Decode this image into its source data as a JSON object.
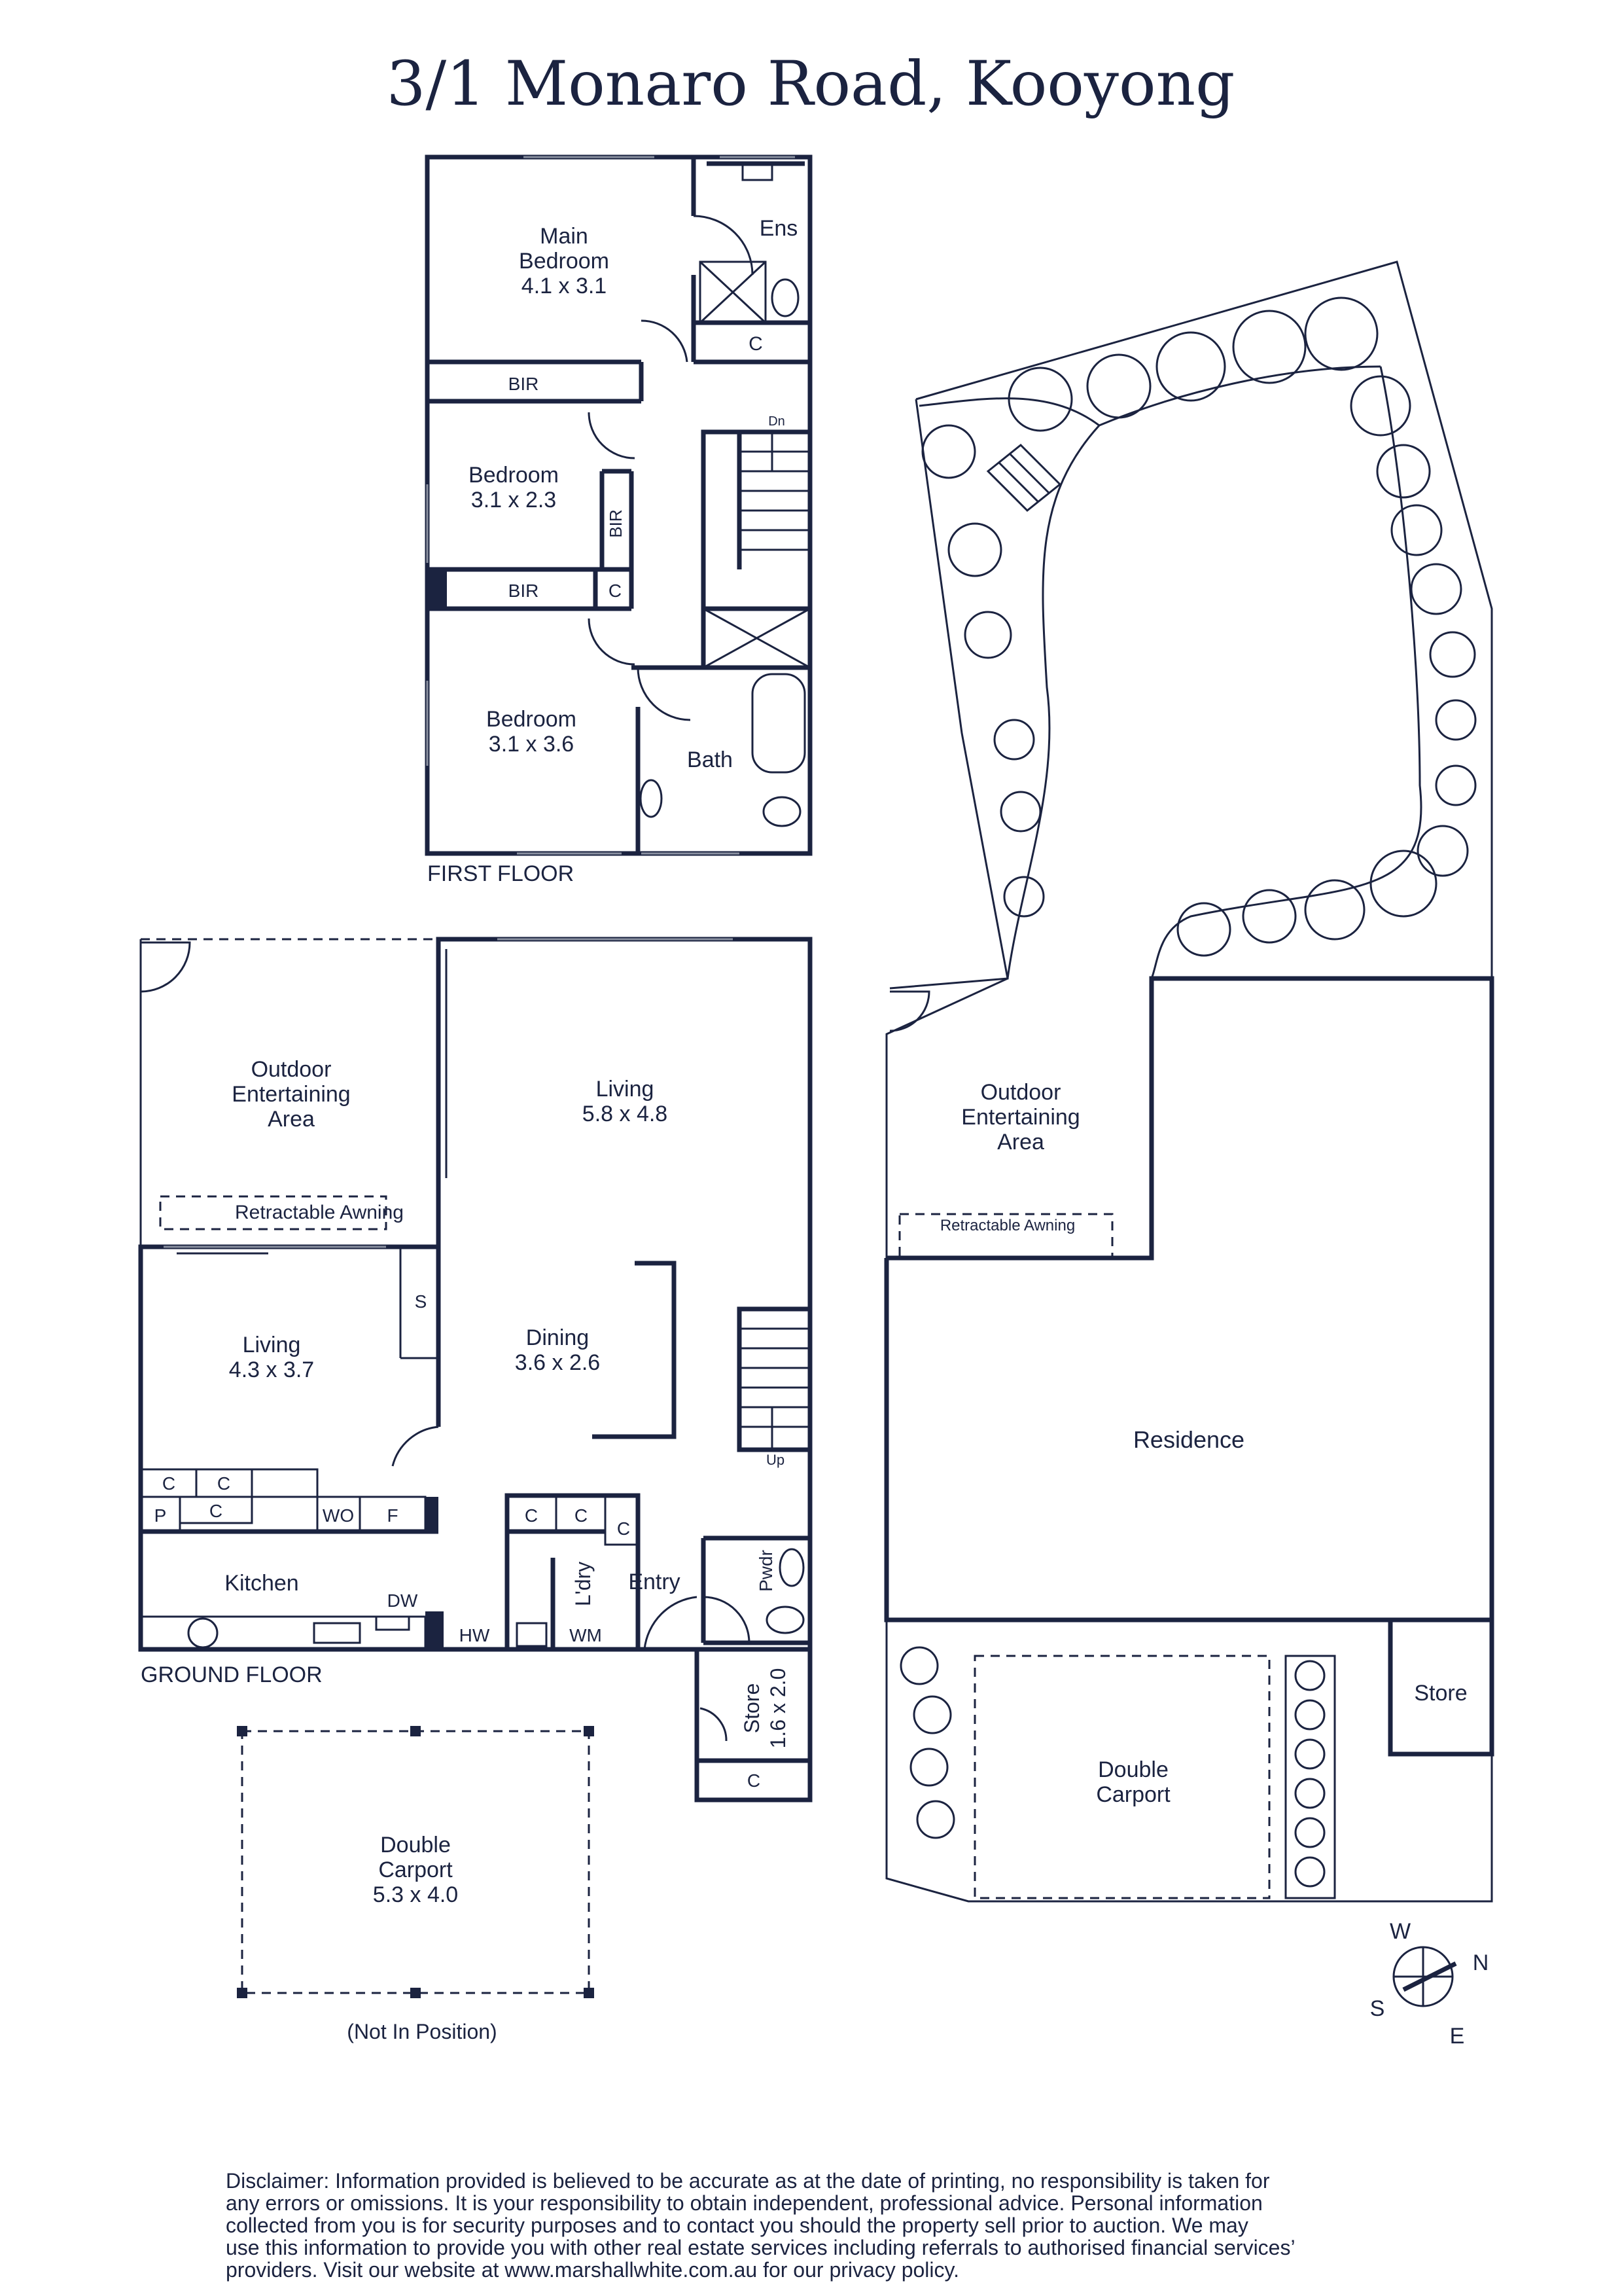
{
  "title": "3/1 Monaro Road, Kooyong",
  "floor_labels": {
    "first": "FIRST FLOOR",
    "ground": "GROUND FLOOR"
  },
  "first_floor": {
    "main_bedroom": {
      "name_1": "Main",
      "name_2": "Bedroom",
      "size": "4.1 x 3.1"
    },
    "ens": "Ens",
    "ens_c": "C",
    "bir_1": "BIR",
    "dn": "Dn",
    "bedroom_2": {
      "name": "Bedroom",
      "size": "3.1 x 2.3"
    },
    "bir_2": "BIR",
    "bir_3": "BIR",
    "c_2": "C",
    "bedroom_3": {
      "name": "Bedroom",
      "size": "3.1 x 3.6"
    },
    "bath": "Bath"
  },
  "ground_floor": {
    "outdoor": {
      "line1": "Outdoor",
      "line2": "Entertaining",
      "line3": "Area"
    },
    "awning": "Retractable Awning",
    "living_main": {
      "name": "Living",
      "size": "5.8 x 4.8"
    },
    "living_small": {
      "name": "Living",
      "size": "4.3 x 3.7"
    },
    "s": "S",
    "dining": {
      "name": "Dining",
      "size": "3.6 x 2.6"
    },
    "up": "Up",
    "kitchen": "Kitchen",
    "c_a": "C",
    "c_b": "C",
    "c_c": "C",
    "p": "P",
    "wo": "WO",
    "f": "F",
    "dw": "DW",
    "hw": "HW",
    "wm": "WM",
    "c_d": "C",
    "c_e": "C",
    "c_f": "C",
    "ldry": "L'dry",
    "entry": "Entry",
    "pwdr": "Pwdr",
    "store": {
      "name": "Store",
      "size": "1.6 x 2.0"
    },
    "c_g": "C",
    "carport": {
      "line1": "Double",
      "line2": "Carport",
      "size": "5.3 x 4.0"
    },
    "not_in_position": "(Not In Position)"
  },
  "site_plan": {
    "outdoor": {
      "line1": "Outdoor",
      "line2": "Entertaining",
      "line3": "Area"
    },
    "awning": "Retractable Awning",
    "residence": "Residence",
    "store": "Store",
    "carport": {
      "line1": "Double",
      "line2": "Carport"
    }
  },
  "compass": {
    "n": "N",
    "s": "S",
    "e": "E",
    "w": "W"
  },
  "disclaimer_lines": [
    "Disclaimer: Information provided is believed to be accurate as at the date of printing, no responsibility is taken for",
    "any errors or omissions. It is your responsibility to obtain independent, professional advice. Personal information",
    "collected from you is for security purposes and to contact you should the property sell prior to auction. We may",
    "use this information to provide you with other real estate services including referrals to authorised financial services’",
    "providers. Visit our website at www.marshallwhite.com.au for our privacy policy."
  ],
  "colors": {
    "ink": "#1b2340",
    "window": "#8a90a0"
  },
  "icons": [
    "door-swing-icon",
    "stair-icon",
    "tree-icon",
    "compass-icon",
    "toilet-icon",
    "bath-icon",
    "stove-icon"
  ]
}
